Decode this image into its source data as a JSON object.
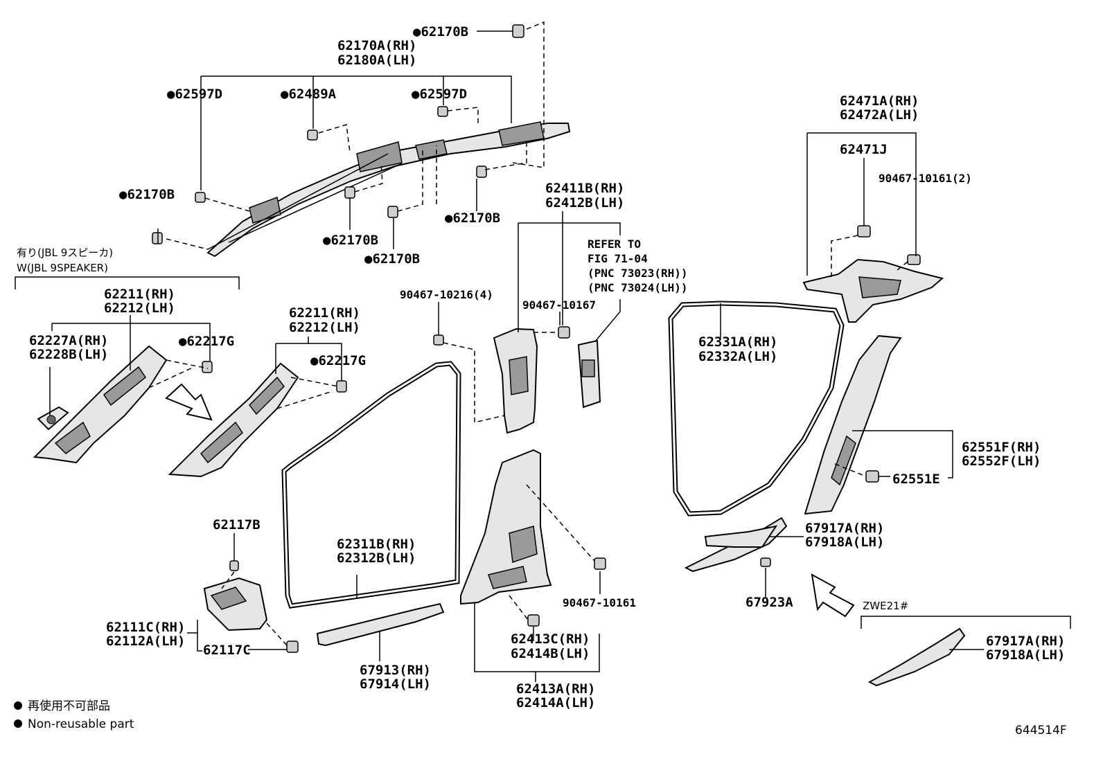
{
  "labels": {
    "p62170B_top": "●62170B",
    "p62170A": "62170A(RH)",
    "p62180A": "62180A(LH)",
    "p62597D_l": "●62597D",
    "p62489A": "●62489A",
    "p62597D_r": "●62597D",
    "p62170B_l": "●62170B",
    "p62170B_m1": "●62170B",
    "p62170B_m2": "●62170B",
    "p62170B_r": "●62170B",
    "jbl_jp": "有り(JBL 9スピーカ)",
    "jbl_en": "W(JBL 9SPEAKER)",
    "p62211_a": "62211(RH)",
    "p62212_a": "62212(LH)",
    "p62227A": "62227A(RH)",
    "p62228B": "62228B(LH)",
    "p62217G_a": "●62217G",
    "p62211_b": "62211(RH)",
    "p62212_b": "62212(LH)",
    "p62217G_b": "●62217G",
    "p90467_10216": "90467-10216(4)",
    "p62411B": "62411B(RH)",
    "p62412B": "62412B(LH)",
    "refer1": "REFER TO",
    "refer2": "FIG 71-04",
    "refer3": "(PNC 73023(RH))",
    "refer4": "(PNC 73024(LH))",
    "p90467_10167": "90467-10167",
    "p62471A": "62471A(RH)",
    "p62472A": "62472A(LH)",
    "p62471J": "62471J",
    "p90467_10161_2": "90467-10161(2)",
    "p62331A": "62331A(RH)",
    "p62332A": "62332A(LH)",
    "p62551F": "62551F(RH)",
    "p62552F": "62552F(LH)",
    "p62551E": "62551E",
    "p62117B": "62117B",
    "p62311B": "62311B(RH)",
    "p62312B": "62312B(LH)",
    "p67917A_a": "67917A(RH)",
    "p67918A_a": "67918A(LH)",
    "p62111C": "62111C(RH)",
    "p62112A": "62112A(LH)",
    "p62117C": "62117C",
    "p90467_10161": "90467-10161",
    "p67923A": "67923A",
    "zwe": "ZWE21#",
    "p67913": "67913(RH)",
    "p67914": "67914(LH)",
    "p62413C": "62413C(RH)",
    "p62414B": "62414B(LH)",
    "p62413A": "62413A(RH)",
    "p62414A": "62414A(LH)",
    "p67917A_b": "67917A(RH)",
    "p67918A_b": "67918A(LH)"
  },
  "legend": {
    "jp": "再使用不可部品",
    "en": "Non-reusable part"
  },
  "figure_id": "644514F"
}
